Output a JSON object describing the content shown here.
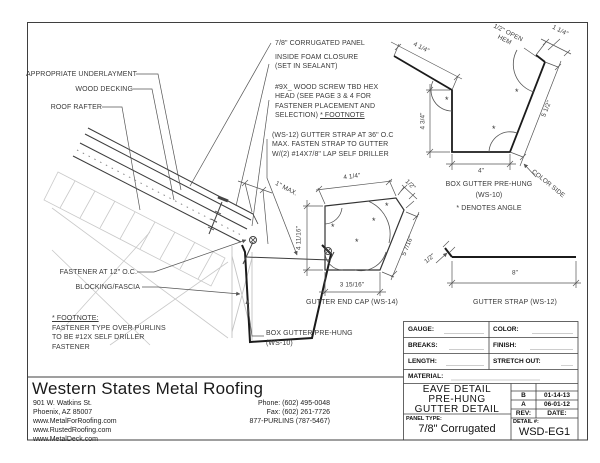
{
  "sheet": {
    "background": "#ffffff",
    "line_color": "#3f3f3f"
  },
  "section_labels": {
    "underlayment": "APPROPRIATE UNDERLAYMENT",
    "decking": "WOOD DECKING",
    "rafter": "ROOF RAFTER",
    "fastener": "FASTENER AT 12\" O.C.",
    "blocking": "BLOCKING/FASCIA",
    "one_max": "1\" MAX.",
    "box_gutter_1": "BOX GUTTER PRE-HUNG",
    "box_gutter_2": "(WS-10)"
  },
  "notes": {
    "panel": "7/8\" CORRUGATED PANEL",
    "foam_1": "INSIDE FOAM CLOSURE",
    "foam_2": "(SET IN SEALANT)",
    "screw_1": "#9X_ WOOD SCREW TBD HEX",
    "screw_2": "HEAD (SEE PAGE 3 & 4 FOR",
    "screw_3": "FASTENER PLACEMENT AND",
    "screw_4a": "SELECTION) ",
    "screw_4b": "* FOOTNOTE",
    "strap_1": "(WS-12) GUTTER STRAP AT 36\" O.C",
    "strap_2": "MAX. FASTEN STRAP TO GUTTER",
    "strap_3": "W/(2) #14X7/8\" LAP SELF DRILLER"
  },
  "footnote": {
    "title": "* FOOTNOTE:",
    "line1": "FASTENER TYPE OVER PURLINS",
    "line2": "TO BE #12X SELF DRILLER",
    "line3": "FASTENER"
  },
  "ws10": {
    "title": "BOX GUTTER PRE-HUNG",
    "subtitle": "(WS-10)",
    "angle_note": "* DENOTES ANGLE",
    "angle_marker": "*",
    "dim_top_leg": "4 1/4\"",
    "dim_face": "4 3/4\"",
    "dim_bottom": "4\"",
    "dim_back": "5 1/2\"",
    "dim_flange": "1 1/4\"",
    "hem_1": "1/2\" OPEN",
    "hem_2": "HEM",
    "color_side": "COLOR SIDE"
  },
  "ws14": {
    "title": "GUTTER END CAP (WS-14)",
    "dim_left": "4 11/16\"",
    "dim_bottom": "3 15/16\"",
    "dim_top": "4 1/4\"",
    "dim_cut": "1/2\"",
    "dim_right": "5 7/16\""
  },
  "ws12": {
    "title": "GUTTER STRAP (WS-12)",
    "dim_length": "8\"",
    "dim_hook": "1/2\""
  },
  "title_block": {
    "gauge": "GAUGE:",
    "color": "COLOR:",
    "breaks": "BREAKS:",
    "finish": "FINISH:",
    "length": "LENGTH:",
    "stretch": "STRETCH OUT:",
    "material": "MATERIAL:",
    "title_1": "EAVE DETAIL",
    "title_2": "PRE-HUNG",
    "title_3": "GUTTER DETAIL",
    "panel_type_label": "PANEL TYPE:",
    "panel_type": "7/8\" Corrugated",
    "rev_b": "B",
    "rev_b_date": "01-14-13",
    "rev_a": "A",
    "rev_a_date": "06-01-12",
    "rev_label": "REV:",
    "date_label": "DATE:",
    "detail_label": "DETAIL #:",
    "detail_number": "WSD-EG1"
  },
  "company": {
    "name": "Western States Metal Roofing",
    "address_1": "901 W. Watkins St.",
    "address_2": "Phoenix, AZ 85007",
    "web_1": "www.MetalForRoofing.com",
    "web_2": "www.RustedRoofing.com",
    "web_3": "www.MetalDeck.com",
    "phone": "Phone: (602) 495-0048",
    "fax": "Fax: (602) 261-7726",
    "purlins": "877-PURLINS (787-5467)"
  }
}
